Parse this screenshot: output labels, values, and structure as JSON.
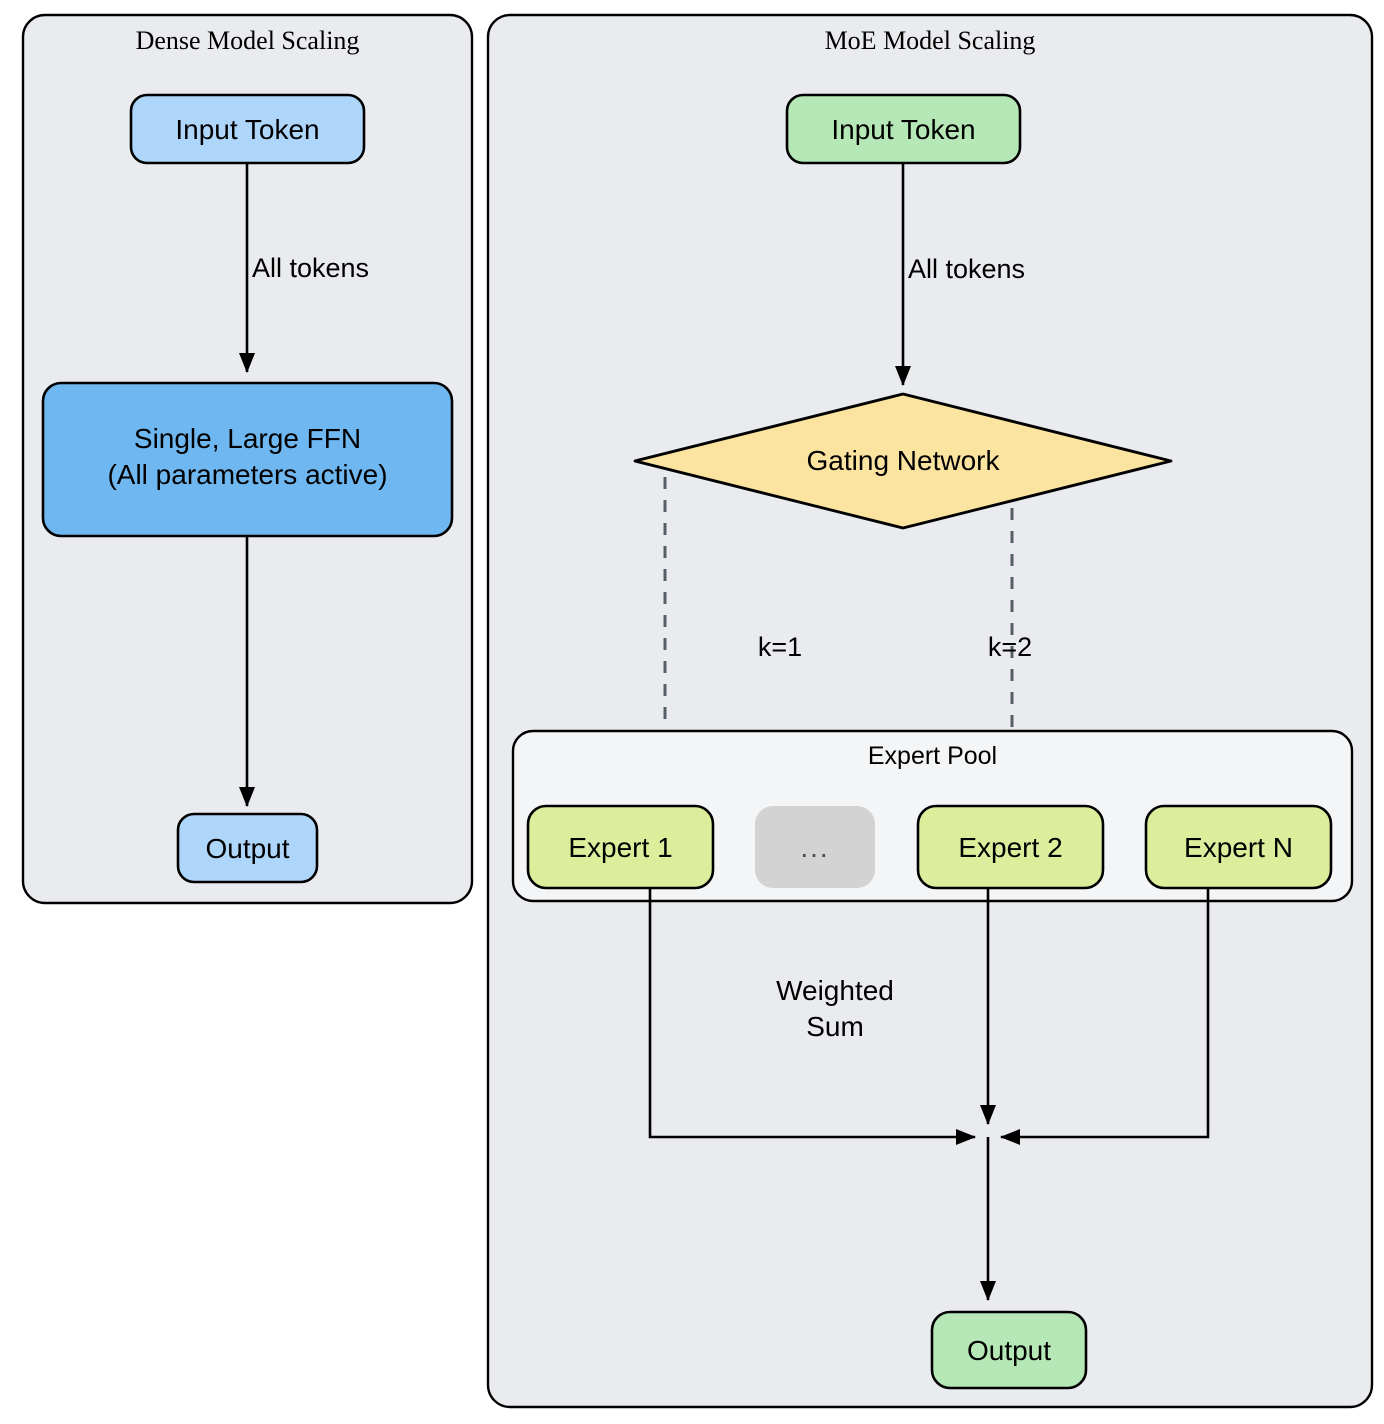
{
  "diagram": {
    "type": "flowchart",
    "panels": [
      {
        "id": "dense",
        "title": "Dense Model Scaling",
        "nodes": [
          {
            "id": "dense-input",
            "label": "Input Token",
            "shape": "rounded-rect",
            "fill": "#aed6fa",
            "stroke": "#000000"
          },
          {
            "id": "dense-ffn",
            "label": "Single, Large FFN\n(All parameters active)",
            "shape": "rounded-rect",
            "fill": "#6fb7f0",
            "stroke": "#000000"
          },
          {
            "id": "dense-output",
            "label": "Output",
            "shape": "rounded-rect",
            "fill": "#aed6fa",
            "stroke": "#000000"
          }
        ],
        "edges": [
          {
            "from": "dense-input",
            "to": "dense-ffn",
            "label": "All tokens",
            "style": "solid"
          },
          {
            "from": "dense-ffn",
            "to": "dense-output",
            "label": "",
            "style": "solid"
          }
        ]
      },
      {
        "id": "moe",
        "title": "MoE Model Scaling",
        "nodes": [
          {
            "id": "moe-input",
            "label": "Input Token",
            "shape": "rounded-rect",
            "fill": "#b6e7b6",
            "stroke": "#000000"
          },
          {
            "id": "gating",
            "label": "Gating Network",
            "shape": "diamond",
            "fill": "#fbe3a0",
            "stroke": "#000000"
          },
          {
            "id": "expert1",
            "label": "Expert 1",
            "shape": "rounded-rect",
            "fill": "#dcee9c",
            "stroke": "#000000"
          },
          {
            "id": "expert-ellipsis",
            "label": "...",
            "shape": "rounded-rect",
            "fill": "#d3d3d3",
            "stroke": "none"
          },
          {
            "id": "expert2",
            "label": "Expert 2",
            "shape": "rounded-rect",
            "fill": "#dcee9c",
            "stroke": "#000000"
          },
          {
            "id": "expertN",
            "label": "Expert N",
            "shape": "rounded-rect",
            "fill": "#dcee9c",
            "stroke": "#000000"
          },
          {
            "id": "moe-output",
            "label": "Output",
            "shape": "rounded-rect",
            "fill": "#b6e7b6",
            "stroke": "#000000"
          }
        ],
        "subgraphs": [
          {
            "id": "expert-pool",
            "title": "Expert Pool",
            "fill": "#f3f5f7",
            "stroke": "#000000"
          }
        ],
        "edges": [
          {
            "from": "moe-input",
            "to": "gating",
            "label": "All tokens",
            "style": "solid"
          },
          {
            "from": "gating",
            "to": "expert1",
            "label": "k=1",
            "style": "dashed"
          },
          {
            "from": "gating",
            "to": "expert2",
            "label": "k=2",
            "style": "dashed"
          },
          {
            "from": "expert1",
            "to": "junction",
            "label": "Weighted\nSum",
            "style": "solid"
          },
          {
            "from": "expert2",
            "to": "junction",
            "label": "",
            "style": "solid"
          },
          {
            "from": "expertN",
            "to": "junction",
            "label": "",
            "style": "solid"
          },
          {
            "from": "junction",
            "to": "moe-output",
            "label": "",
            "style": "solid"
          }
        ]
      }
    ],
    "labels": {
      "dense_title": "Dense Model Scaling",
      "moe_title": "MoE Model Scaling",
      "dense_input": "Input Token",
      "dense_ffn_line1": "Single, Large FFN",
      "dense_ffn_line2": "(All parameters active)",
      "dense_output": "Output",
      "dense_all_tokens": "All tokens",
      "moe_input": "Input Token",
      "moe_all_tokens": "All tokens",
      "gating_network": "Gating Network",
      "k1": "k=1",
      "k2": "k=2",
      "expert_pool": "Expert Pool",
      "expert1": "Expert 1",
      "expert_ellipsis": "...",
      "expert2": "Expert 2",
      "expertN": "Expert N",
      "weighted_sum_line1": "Weighted",
      "weighted_sum_line2": "Sum",
      "moe_output": "Output"
    },
    "colors": {
      "panel_fill": "#e9ebee",
      "panel_stroke": "#000000",
      "subgraph_fill": "#f3f5f7",
      "blue_light": "#aed6fa",
      "blue_dark": "#6fb7f0",
      "green_light": "#b6e7b6",
      "green_yellow": "#dcee9c",
      "yellow": "#fbe3a0",
      "gray": "#d3d3d3",
      "dashed_edge": "#555f66",
      "solid_edge": "#000000"
    }
  }
}
